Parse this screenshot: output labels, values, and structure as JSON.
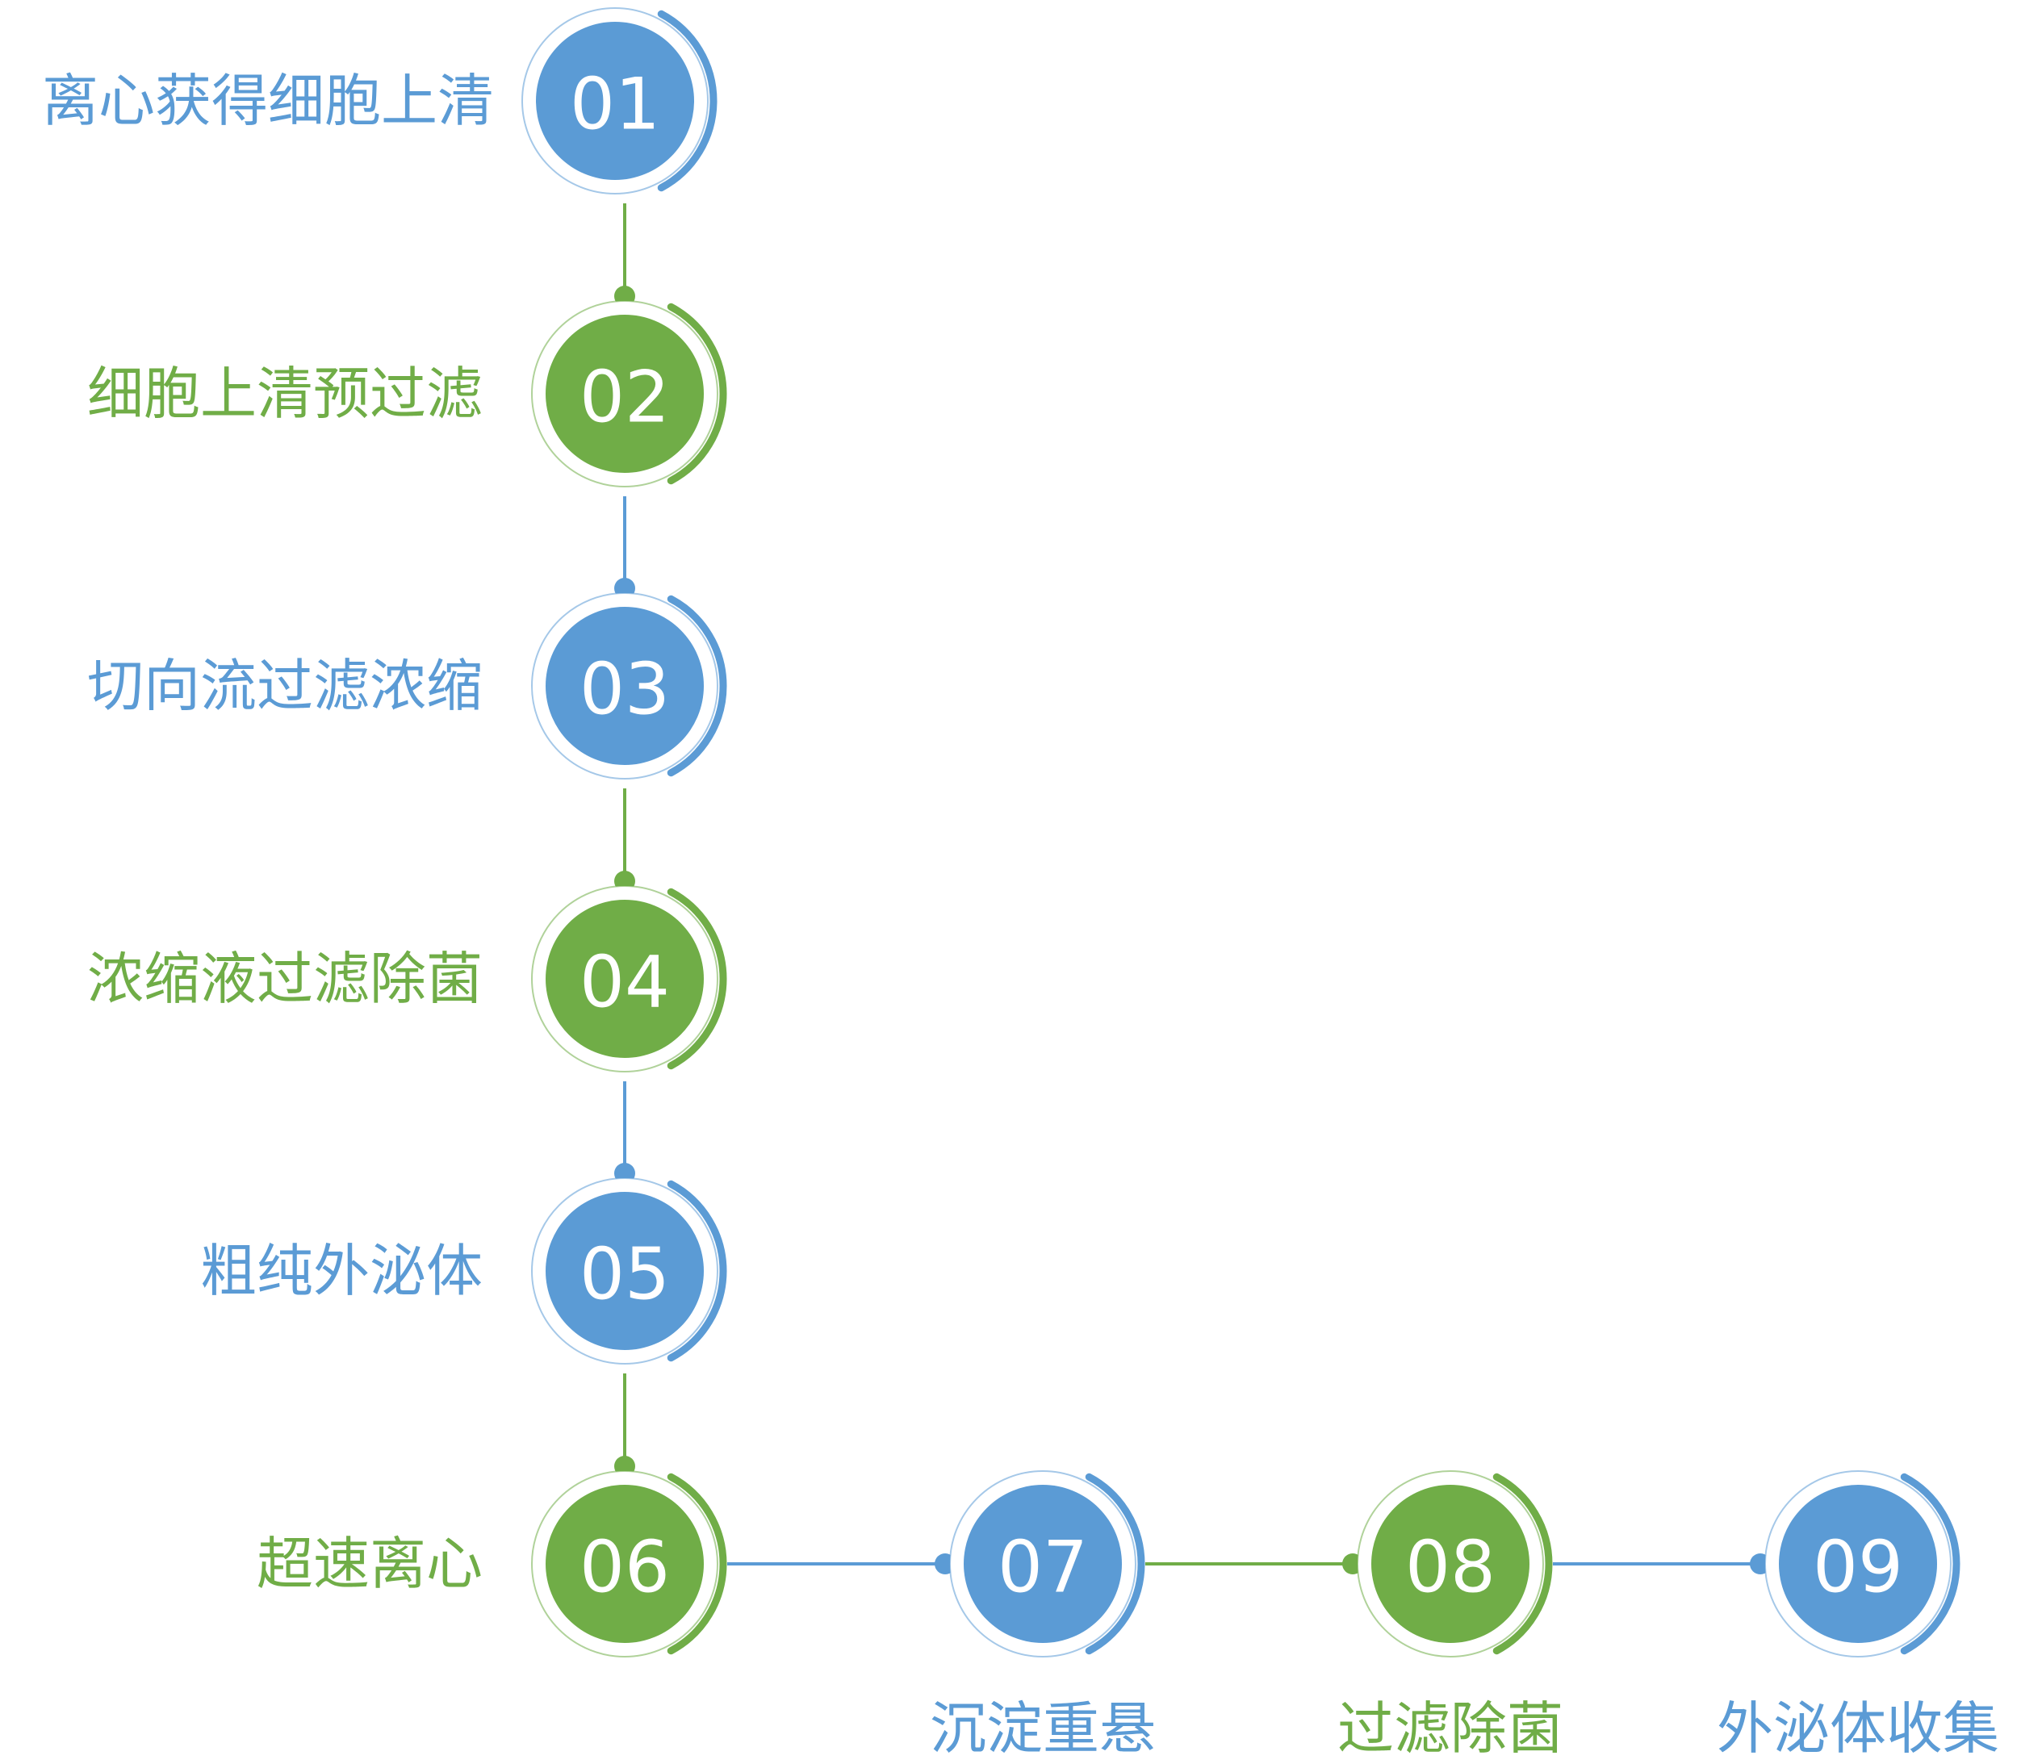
{
  "colors": {
    "blue": "#5b9bd5",
    "green": "#70ad47"
  },
  "steps": [
    {
      "number": "01",
      "label": "离心获得细胞上清",
      "color": "blue"
    },
    {
      "number": "02",
      "label": "细胞上清预过滤",
      "color": "green"
    },
    {
      "number": "03",
      "label": "切向流过滤浓缩",
      "color": "blue"
    },
    {
      "number": "04",
      "label": "浓缩液过滤除菌",
      "color": "green"
    },
    {
      "number": "05",
      "label": "粗纯外泌体",
      "color": "blue"
    },
    {
      "number": "06",
      "label": "超速离心",
      "color": "green"
    },
    {
      "number": "07",
      "label": "沉淀重悬",
      "color": "blue"
    },
    {
      "number": "08",
      "label": "过滤除菌",
      "color": "green"
    },
    {
      "number": "09",
      "label": "外泌体收集",
      "color": "blue"
    }
  ]
}
